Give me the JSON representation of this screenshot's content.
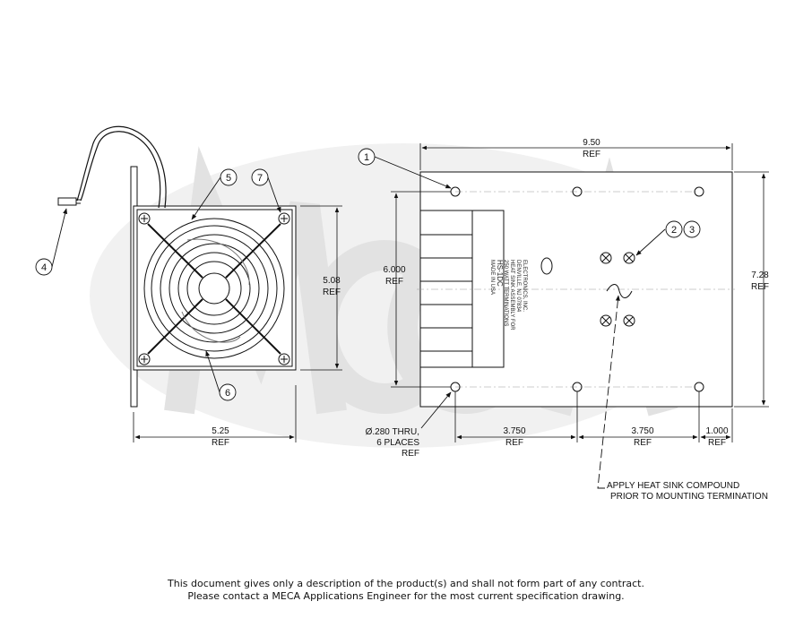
{
  "dimensions": {
    "overall_width": "9.50",
    "overall_height": "7.28",
    "hole_spacing_vertical": "6.000",
    "fan_height": "5.08",
    "side_width": "5.25",
    "hole_pitch_1": "3.750",
    "hole_pitch_2": "3.750",
    "edge_offset": "1.000",
    "ref": "REF"
  },
  "hole_note": [
    "Ø.280 THRU,",
    "6 PLACES",
    "REF"
  ],
  "callouts": [
    "1",
    "2",
    "3",
    "4",
    "5",
    "6",
    "7"
  ],
  "compound_note": [
    "APPLY HEAT SINK COMPOUND",
    "PRIOR TO MOUNTING TERMINATION"
  ],
  "label_plate": [
    "ELECTRONICS, INC.",
    "DENVILLE, NJ 07834",
    "HEAT SINK ASSEMBLY FOR",
    "250 WATT TERMINATIONS",
    "HS-1DC",
    "MADE IN USA"
  ],
  "watermark_color": "#e8e8e8",
  "disclaimer": {
    "line1": "This document gives only a description of the product(s) and shall not form part of any contract.",
    "line2": "Please contact a MECA Applications Engineer for the most current specification drawing."
  }
}
